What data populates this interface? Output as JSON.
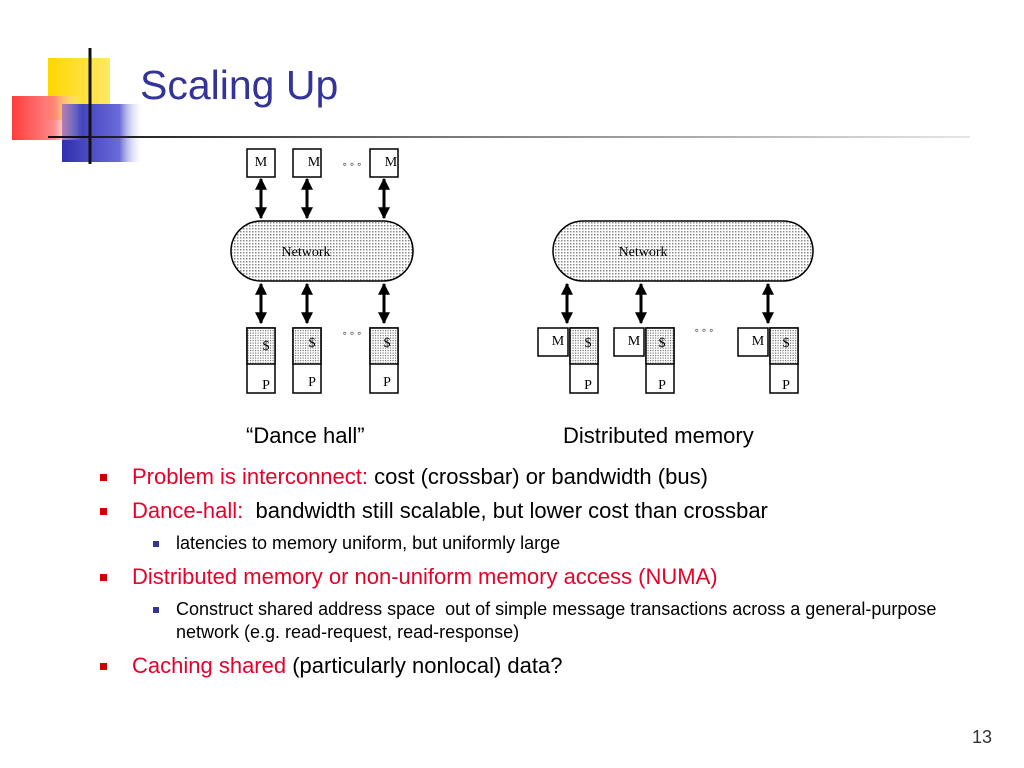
{
  "title": "Scaling Up",
  "page_number": "13",
  "diagrams": {
    "dance_hall": {
      "caption": "“Dance hall”",
      "memory_label": "M",
      "network_label": "Network",
      "cache_label": "$",
      "processor_label": "P",
      "ellipsis": "◦ ◦ ◦"
    },
    "distributed": {
      "caption": "Distributed memory",
      "memory_label": "M",
      "network_label": "Network",
      "cache_label": "$",
      "processor_label": "P",
      "ellipsis": "◦ ◦ ◦"
    }
  },
  "bullets": [
    {
      "red": "Problem is interconnect:",
      "text": " cost (crossbar) or bandwidth (bus)"
    },
    {
      "red": "Dance-hall:",
      "text": "  bandwidth still scalable, but lower cost than crossbar",
      "sub": [
        "latencies to memory uniform, but uniformly large"
      ]
    },
    {
      "red": "Distributed memory or non-uniform memory access (NUMA)",
      "text": "",
      "sub": [
        "Construct shared address space  out of simple message transactions across a general-purpose network (e.g. read-request, read-response)"
      ]
    },
    {
      "red": "Caching shared",
      "text": " (particularly nonlocal) data?"
    }
  ],
  "colors": {
    "title": "#333399",
    "emphasis": "#e8002a",
    "bullet_main": "#cc0000",
    "bullet_sub": "#333399",
    "deco_yellow": "#ffd700",
    "deco_red": "#ff3b3b",
    "deco_blue": "#3a3ab8"
  }
}
